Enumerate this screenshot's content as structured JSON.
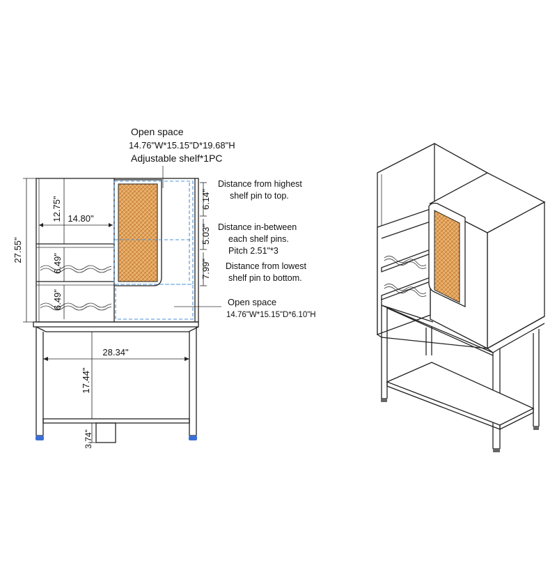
{
  "colors": {
    "line": "#222222",
    "rattan": "#e3a45a",
    "rattan_dark": "#b9702e",
    "highlight": "#4a90d9",
    "foot": "#3b6fd4"
  },
  "notes": {
    "open_space_top": {
      "line1": "Open space",
      "line2": "14.76\"W*15.15\"D*19.68\"H",
      "line3": "Adjustable shelf*1PC"
    },
    "open_space_bottom": {
      "line1": "Open space",
      "line2": "14.76\"W*15.15\"D*6.10\"H"
    },
    "pin_top": {
      "line1": "Distance from highest",
      "line2": "shelf pin to top."
    },
    "pin_between": {
      "line1": "Distance in-between",
      "line2": "each shelf pins.",
      "line3": "Pitch 2.51\"*3"
    },
    "pin_bottom": {
      "line1": "Distance from lowest",
      "line2": "shelf pin to bottom."
    }
  },
  "dimensions": {
    "total_height": "27.55\"",
    "upper_compartment": "12.75\"",
    "inner_width": "14.80\"",
    "rack_1": "6.49\"",
    "rack_2": "6.49\"",
    "pin_top": "6.14\"",
    "pin_pitch": "5.03\"",
    "pin_bottom": "7.99\"",
    "stand_width": "28.34\"",
    "stand_height": "17.44\"",
    "foot_clearance": "3.74\""
  }
}
